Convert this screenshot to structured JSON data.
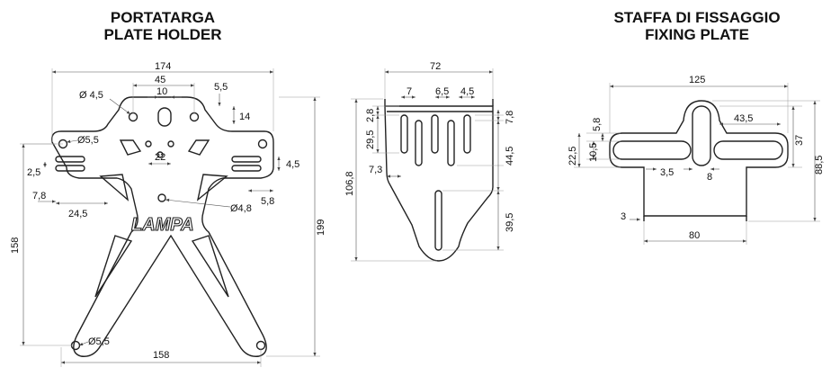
{
  "titles": {
    "plate_holder_it": "PORTATARGA",
    "plate_holder_en": "PLATE HOLDER",
    "fixing_plate_it": "STAFFA DI FISSAGGIO",
    "fixing_plate_en": "FIXING PLATE"
  },
  "logo_text": "LAMPA",
  "colors": {
    "line": "#222222",
    "dimension": "#555555",
    "text": "#111111"
  },
  "dimensions": {
    "front": {
      "width_total": "174",
      "hole_span": "45",
      "slot_width": "10",
      "hole_diameter_top": "Ø 4,5",
      "slot_offset": "5,5",
      "slot_height": "14",
      "side_hole_diameter": "Ø5,5",
      "center_spacing": "22",
      "side_slot_height_left": "2,5",
      "side_slot_height_right": "4,5",
      "slot_inset_left": "7,8",
      "slot_inset_right": "5,8",
      "slot_length": "24,5",
      "center_hole_diameter": "Ø4,8",
      "height_left": "158",
      "height_right": "199",
      "bottom_hole_diameter": "Ø5,5",
      "width_bottom": "158"
    },
    "side": {
      "width_total": "72",
      "gap_1": "7",
      "gap_2": "6,5",
      "gap_3": "4,5",
      "top_offset": "2,8",
      "slot_height": "29,5",
      "slot_width": "7,3",
      "right_offset": "7,8",
      "right_slot_length": "44,5",
      "height_total": "106,8",
      "lower_slot_length": "39,5"
    },
    "fixing": {
      "width_total": "125",
      "slot_spacing": "43,5",
      "slot_offset": "5,8",
      "outer_height": "22,5",
      "slot_height": "10,5",
      "slot_gap": "3,5",
      "center_gap": "8",
      "inner_height": "37",
      "height_total": "88,5",
      "flange_thickness": "3",
      "flange_width": "80"
    }
  }
}
